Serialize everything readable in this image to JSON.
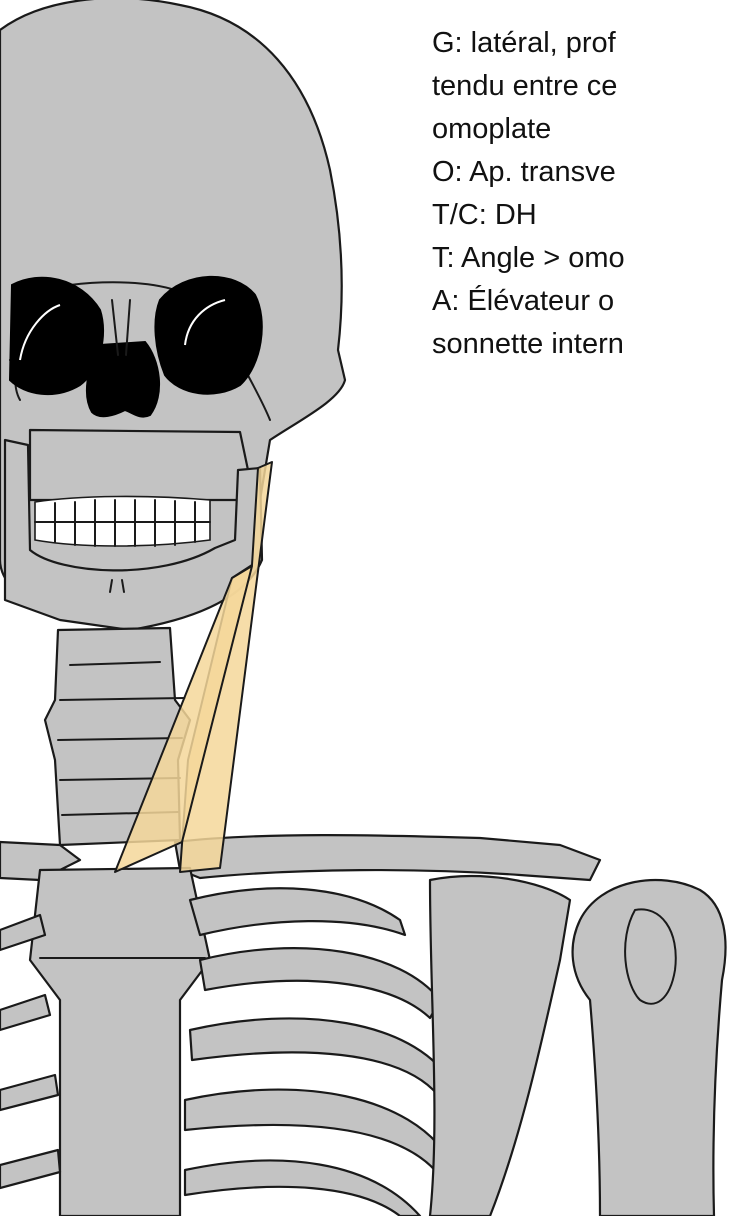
{
  "caption": {
    "lines": [
      "G: latéral, prof",
      "tendu entre ce",
      "omoplate",
      "O: Ap. transve",
      "T/C: DH",
      "T: Angle > omo",
      "A: Élévateur o",
      "sonnette intern"
    ]
  },
  "colors": {
    "bone": "#c3c3c3",
    "outline": "#1a1a1a",
    "muscle": "#f5d79a",
    "cavity": "#000000",
    "teeth": "#ffffff"
  }
}
